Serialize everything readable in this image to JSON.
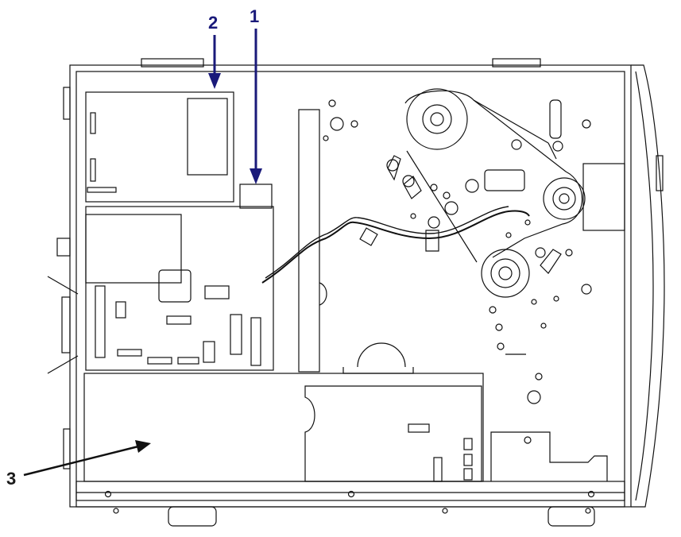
{
  "callouts": [
    {
      "id": "1",
      "label": "1",
      "color": "#1a1a7a"
    },
    {
      "id": "2",
      "label": "2",
      "color": "#1a1a7a"
    },
    {
      "id": "3",
      "label": "3",
      "color": "#1a1a1a"
    }
  ],
  "colors": {
    "line": "#111111",
    "arrow_blue": "#1a1a7a",
    "arrow_black": "#111111",
    "background": "#ffffff"
  }
}
